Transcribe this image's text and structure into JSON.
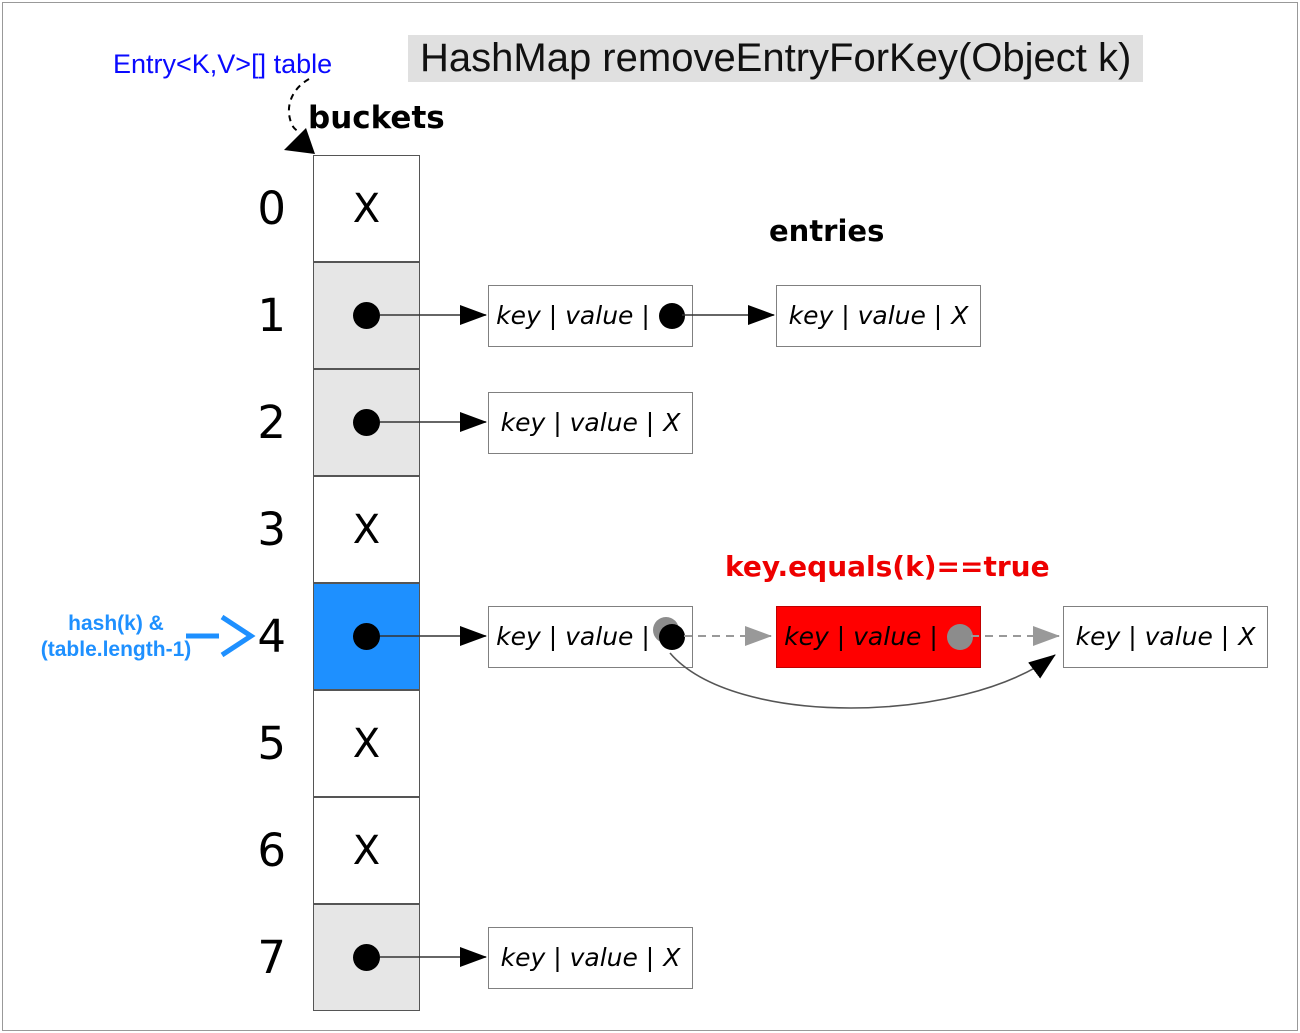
{
  "title": {
    "text": "HashMap removeEntryForKey(Object k)"
  },
  "labels": {
    "table_ref": "Entry<K,V>[] table",
    "buckets": "buckets",
    "entries": "entries",
    "key_equals": "key.equals(k)==true",
    "hash_line1": "hash(k) &",
    "hash_line2": "(table.length-1)"
  },
  "null_marker": "X",
  "entry_box": {
    "fields_label": "key | value |"
  },
  "bucket_array": {
    "cells": [
      {
        "index": "0",
        "content": "null",
        "fill": "plain"
      },
      {
        "index": "1",
        "content": "entry",
        "fill": "shaded"
      },
      {
        "index": "2",
        "content": "entry",
        "fill": "shaded"
      },
      {
        "index": "3",
        "content": "null",
        "fill": "plain"
      },
      {
        "index": "4",
        "content": "entry",
        "fill": "highlight"
      },
      {
        "index": "5",
        "content": "null",
        "fill": "plain"
      },
      {
        "index": "6",
        "content": "null",
        "fill": "plain"
      },
      {
        "index": "7",
        "content": "entry",
        "fill": "shaded"
      }
    ]
  },
  "entry_rows": [
    {
      "bucket": 1,
      "boxes": [
        {
          "col": 0,
          "pointer": "next",
          "state": "normal"
        },
        {
          "col": 1,
          "pointer": "null",
          "state": "normal"
        }
      ]
    },
    {
      "bucket": 2,
      "boxes": [
        {
          "col": 0,
          "pointer": "null",
          "state": "normal"
        }
      ]
    },
    {
      "bucket": 4,
      "boxes": [
        {
          "col": 0,
          "pointer": "next-shadow",
          "state": "normal"
        },
        {
          "col": 1,
          "pointer": "next-gray",
          "state": "removed"
        },
        {
          "col": 2,
          "pointer": "null",
          "state": "normal"
        }
      ]
    },
    {
      "bucket": 7,
      "boxes": [
        {
          "col": 0,
          "pointer": "null",
          "state": "normal"
        }
      ]
    }
  ],
  "colors": {
    "highlight_blue": "#1e90ff",
    "shaded_gray": "#e6e6e6",
    "plain_white": "#ffffff",
    "removed_red": "#ff0000",
    "removed_border": "#c00000",
    "label_blue": "#0a0aff",
    "label_red": "#ee0000",
    "title_bg": "#e0e0e0"
  }
}
